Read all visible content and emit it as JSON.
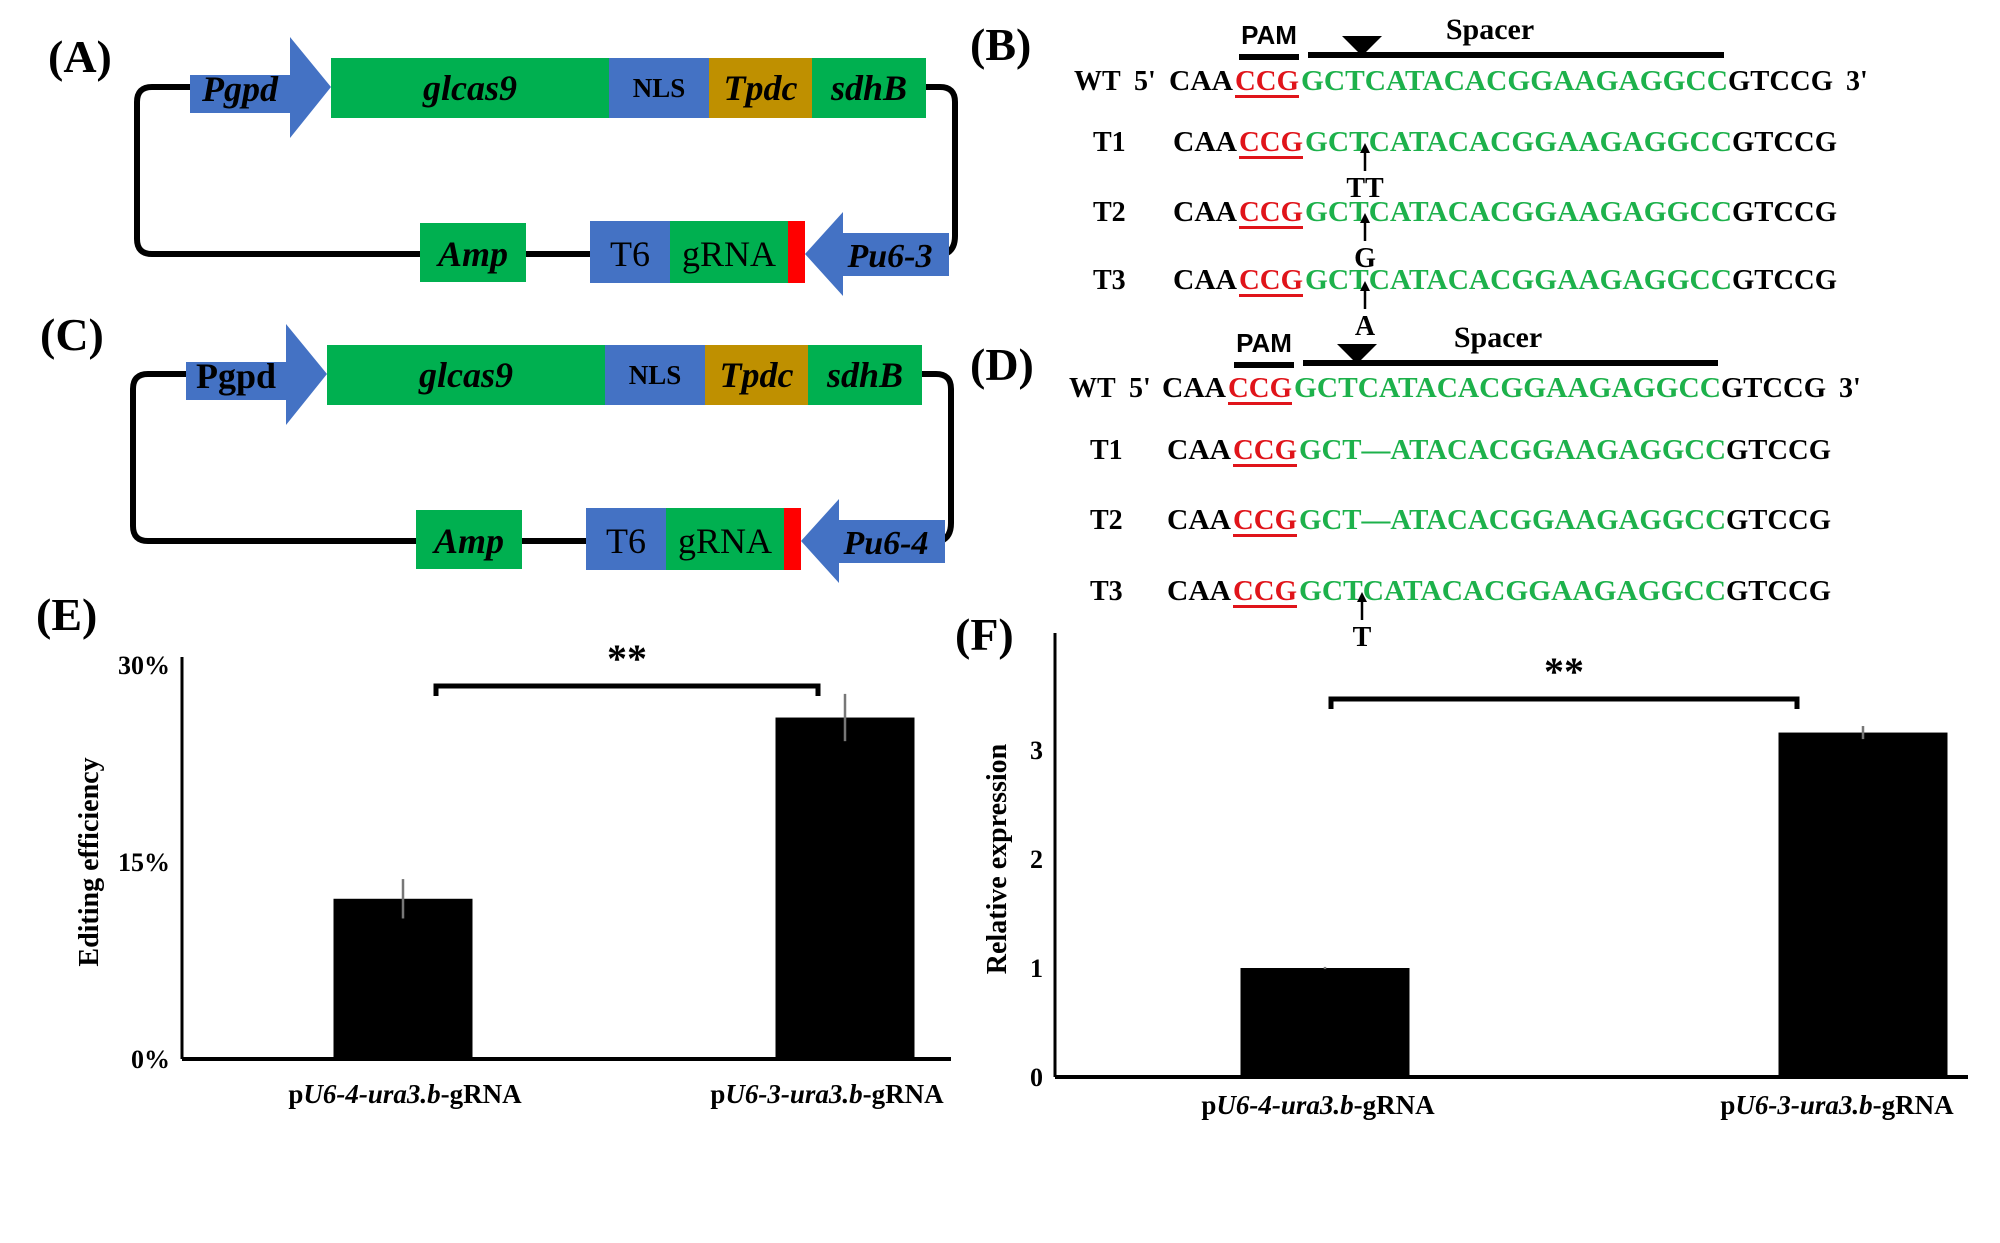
{
  "panel_labels": {
    "A": "(A)",
    "B": "(B)",
    "C": "(C)",
    "D": "(D)",
    "E": "(E)",
    "F": "(F)"
  },
  "plasmid_A": {
    "promoter": "Pgpd",
    "cas9": "glcas9",
    "nls": "NLS",
    "terminator": "Tpdc",
    "sdhb": "sdhB",
    "amp": "Amp",
    "t6": "T6",
    "grna": "gRNA",
    "u6": "Pu6-3"
  },
  "plasmid_C": {
    "promoter": "Pgpd",
    "cas9": "glcas9",
    "nls": "NLS",
    "terminator": "Tpdc",
    "sdhb": "sdhB",
    "amp": "Amp",
    "t6": "T6",
    "grna": "gRNA",
    "u6": "Pu6-4"
  },
  "seq_B": {
    "pam_label": "PAM",
    "spacer_label": "Spacer",
    "rows": [
      {
        "label": "WT",
        "prefix": "5'",
        "left": "CAA",
        "pam": "CCG",
        "spacer": "GCTCATACACGGAAGAGGCC",
        "right": "GTCCG",
        "suffix": "3'"
      },
      {
        "label": "T1",
        "left": "CAA",
        "pam": "CCG",
        "spacer": "GCTCATACACGGAAGAGGCC",
        "right": "GTCCG"
      },
      {
        "label": "T2",
        "left": "CAA",
        "pam": "CCG",
        "spacer": "GCTCATACACGGAAGAGGCC",
        "right": "GTCCG"
      },
      {
        "label": "T3",
        "left": "CAA",
        "pam": "CCG",
        "spacer": "GCTCATACACGGAAGAGGCC",
        "right": "GTCCG"
      }
    ],
    "mutations": [
      "TT",
      "G",
      "A"
    ]
  },
  "seq_D": {
    "pam_label": "PAM",
    "spacer_label": "Spacer",
    "rows": [
      {
        "label": "WT",
        "prefix": "5'",
        "left": "CAA",
        "pam": "CCG",
        "spacer": "GCTCATACACGGAAGAGGCC",
        "right": "GTCCG",
        "suffix": "3'"
      },
      {
        "label": "T1",
        "left": "CAA",
        "pam": "CCG",
        "spacer": "GCT—ATACACGGAAGAGGCC",
        "right": "GTCCG"
      },
      {
        "label": "T2",
        "left": "CAA",
        "pam": "CCG",
        "spacer": "GCT—ATACACGGAAGAGGCC",
        "right": "GTCCG"
      },
      {
        "label": "T3",
        "left": "CAA",
        "pam": "CCG",
        "spacer": "GCTCATACACGGAAGAGGCC",
        "right": "GTCCG"
      }
    ],
    "mutations": [
      "T"
    ]
  },
  "colors": {
    "promoter": "#4472C4",
    "gene": "#00B050",
    "terminator": "#BF9000",
    "marker": "#FF0000",
    "seq_green": "#1DB14B",
    "seq_red": "#E0141A"
  },
  "chart_data": [
    {
      "type": "bar",
      "panel": "E",
      "categories": [
        {
          "p": "p",
          "it": "U6-4-ura3.b",
          "s": "-gRNA"
        },
        {
          "p": "p",
          "it": "U6-3-ura3.b",
          "s": "-gRNA"
        }
      ],
      "values": [
        12.2,
        26.0
      ],
      "errors": [
        1.5,
        1.8
      ],
      "ylabel": "Editing efficiency",
      "ylim": [
        0,
        30
      ],
      "yticks": [
        {
          "v": 0,
          "label": "0%"
        },
        {
          "v": 15,
          "label": "15%"
        },
        {
          "v": 30,
          "label": "30%"
        }
      ],
      "significance": "**"
    },
    {
      "type": "bar",
      "panel": "F",
      "categories": [
        {
          "p": "p",
          "it": "U6-4-ura3.b",
          "s": "-gRNA"
        },
        {
          "p": "p",
          "it": "U6-3-ura3.b",
          "s": "-gRNA"
        }
      ],
      "values": [
        1.0,
        3.16
      ],
      "errors": [
        0.01,
        0.06
      ],
      "ylabel": "Relative expression",
      "ylim": [
        0,
        4
      ],
      "yticks": [
        {
          "v": 0,
          "label": "0"
        },
        {
          "v": 1,
          "label": "1"
        },
        {
          "v": 2,
          "label": "2"
        },
        {
          "v": 3,
          "label": "3"
        }
      ],
      "significance": "**"
    }
  ]
}
